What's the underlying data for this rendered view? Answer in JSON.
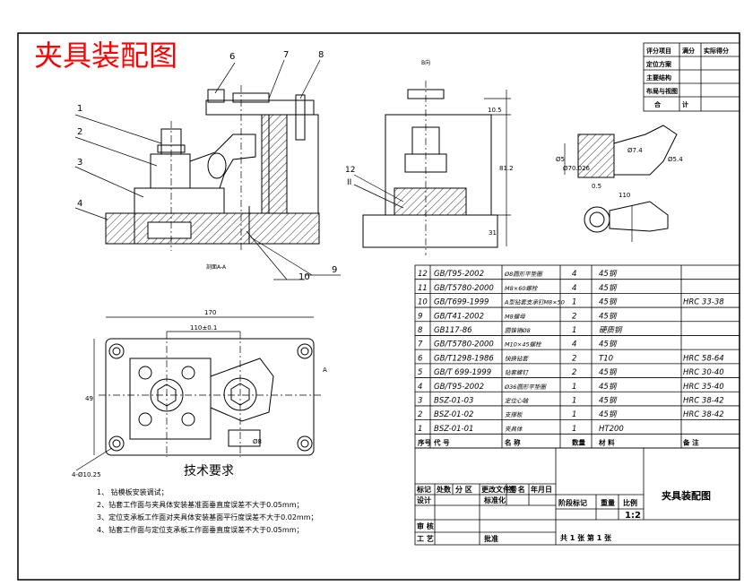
{
  "header": {
    "title": "夹具装配图"
  },
  "section_label": "剖面A-A",
  "leader_numbers": [
    "1",
    "2",
    "3",
    "4",
    "6",
    "7",
    "8",
    "9",
    "10",
    "12"
  ],
  "side_view": {
    "label_12": "12",
    "label_II": "II",
    "dims": {
      "top": "10.5",
      "height": "81.2",
      "base": "31"
    },
    "tag": "B向"
  },
  "detail_view": {
    "dims": {
      "a": "Ø5",
      "b": "Ø70.026",
      "c": "Ø7.4",
      "d": "Ø5.4",
      "e": "0.5",
      "f": "110"
    }
  },
  "plan_view": {
    "dims": {
      "overall": "170",
      "pitch": "110±0.1",
      "height": "49",
      "hole": "Ø8",
      "corner": "4-Ø10.25"
    },
    "tag": "A"
  },
  "tech_requirements": {
    "title": "技术要求",
    "items": [
      "1、 钻模板安装调试；",
      "2、钻套工作面与夹具体安装基准面垂直度误差不大于0.05mm；",
      "3、定位支承板工作面对夹具体安装基面平行度误差不大于0.02mm；",
      "4、钻套工作面与定位支承板工作面垂直度误差不大于0.05mm；"
    ]
  },
  "score_table": {
    "header": [
      "评分项目",
      "满分",
      "实际得分"
    ],
    "rows": [
      [
        "定位方案",
        "",
        ""
      ],
      [
        "主要结构",
        "",
        ""
      ],
      [
        "布局与视图",
        "",
        ""
      ],
      [
        "合",
        "计",
        ""
      ]
    ]
  },
  "parts_list": {
    "rows": [
      [
        "12",
        "GB/T95-2002",
        "Ø8圆形平垫圈",
        "4",
        "45钢",
        ""
      ],
      [
        "11",
        "GB/T5780-2000",
        "M8×60螺栓",
        "4",
        "45钢",
        ""
      ],
      [
        "10",
        "GB/T699-1999",
        "A型钻套支承钉M8×50",
        "1",
        "45钢",
        "HRC 33-38"
      ],
      [
        "9",
        "GB/T41-2002",
        "M8螺母",
        "2",
        "45钢",
        ""
      ],
      [
        "8",
        "GB117-86",
        "圆锥销Ø8",
        "1",
        "硬质钢",
        ""
      ],
      [
        "7",
        "GB/T5780-2000",
        "M10×45螺栓",
        "4",
        "45钢",
        ""
      ],
      [
        "6",
        "GB/T1298-1986",
        "快换钻套",
        "2",
        "T10",
        "HRC 58-64"
      ],
      [
        "5",
        "GB/T 699-1999",
        "钻套螺钉",
        "2",
        "45钢",
        "HRC 30-40"
      ],
      [
        "4",
        "GB/T95-2002",
        "Ø36圆形平垫圈",
        "1",
        "45钢",
        "HRC 35-40"
      ],
      [
        "3",
        "BSZ-01-03",
        "定位心轴",
        "1",
        "45钢",
        "HRC 38-42"
      ],
      [
        "2",
        "BSZ-01-02",
        "支撑板",
        "1",
        "45钢",
        "HRC 38-42"
      ],
      [
        "1",
        "BSZ-01-01",
        "夹具体",
        "1",
        "HT200",
        ""
      ]
    ],
    "header": [
      "序号",
      "代    号",
      "名    称",
      "数量",
      "材    料",
      "备    注"
    ]
  },
  "title_block": {
    "drawing_name": "夹具装配图",
    "row_labels": [
      "标记",
      "处数",
      "分 区",
      "更改文件号",
      "签 名",
      "年月日"
    ],
    "design": "设计",
    "standard": "标准化",
    "stage": [
      "阶段标记",
      "重量",
      "比例"
    ],
    "scale": "1:2",
    "review": "审 核",
    "process": "工 艺",
    "approve": "批准",
    "sheets": "共  1  张     第  1  张"
  }
}
